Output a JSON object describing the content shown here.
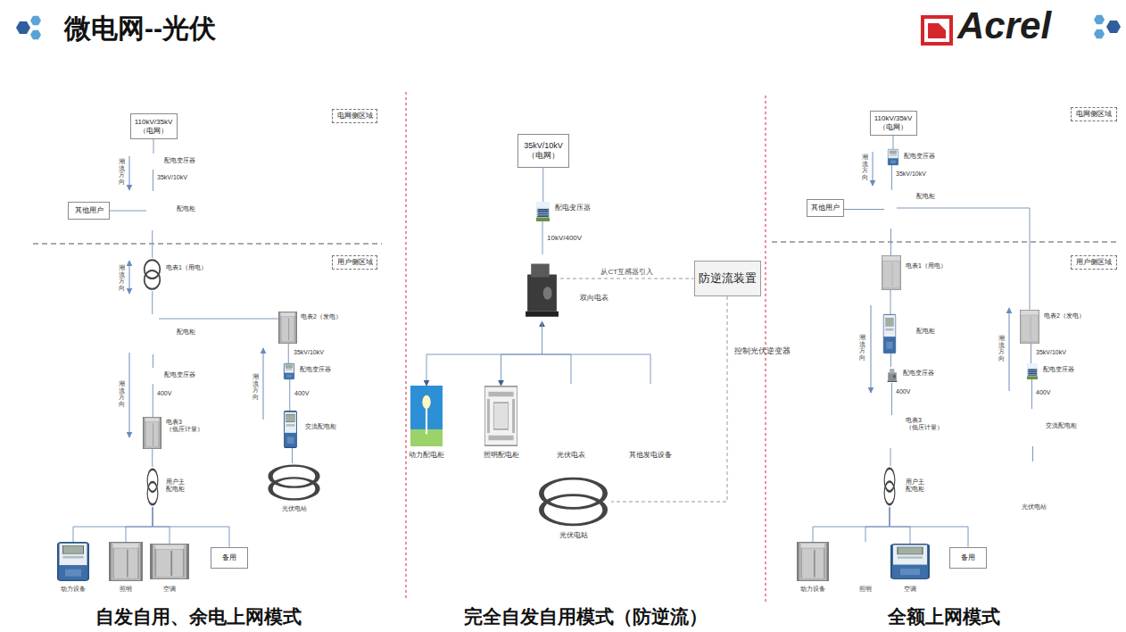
{
  "diagram": {
    "title": "微电网--光伏",
    "nodes": [
      {
        "text": [
          "110kV/35kV （电网）"
        ]
      },
      {
        "text": [
          "电网侧区域"
        ]
      },
      {
        "text": [
          "配电变压器"
        ]
      },
      {
        "text": [
          "其他用户"
        ]
      },
      {
        "text": [
          "配电柜"
        ]
      },
      {
        "text": [
          "用户侧区域"
        ]
      },
      {
        "text": [
          "电表1（用电）"
        ]
      },
      {
        "text": [
          "配电柜"
        ]
      },
      {
        "text": [
          "电表2（发电）"
        ]
      },
      {
        "text": [
          "配电变压器"
        ]
      },
      {
        "text": [
          "配电变压器"
        ]
      },
      {
        "text": [
          "电表3 （低压计量）"
        ]
      },
      {
        "text": [
          "交流配电柜"
        ]
      },
      {
        "text": [
          "用户主 配电柜"
        ]
      },
      {
        "text": [
          "光伏电站"
        ]
      },
      {
        "text": [
          "动力设备"
        ]
      },
      {
        "text": [
          "照明"
        ]
      },
      {
        "text": [
          "空调"
        ]
      },
      {
        "text": [
          "备用"
        ]
      },
      {
        "text": [
          "35kV/10kV （电网）"
        ]
      },
      {
        "text": [
          "配电变压器"
        ]
      },
      {
        "text": [
          "双向电表"
        ]
      },
      {
        "text": [
          "防逆流装置"
        ]
      },
      {
        "text": [
          "动力配电柜"
        ]
      },
      {
        "text": [
          "照明配电柜"
        ]
      },
      {
        "text": [
          "光伏电表"
        ]
      },
      {
        "text": [
          "其他发电设备"
        ]
      },
      {
        "text": [
          "光伏电站"
        ]
      },
      {
        "text": [
          "110kV/35kV （电网）"
        ]
      },
      {
        "text": [
          "电网侧区域"
        ]
      },
      {
        "text": [
          "配电变压器"
        ]
      },
      {
        "text": [
          "其他用户"
        ]
      },
      {
        "text": [
          "配电柜"
        ]
      },
      {
        "text": [
          "用户侧区域"
        ]
      },
      {
        "text": [
          "电表1（用电）"
        ]
      },
      {
        "text": [
          "电表2（发电）"
        ]
      },
      {
        "text": [
          "配电柜"
        ]
      },
      {
        "text": [
          "配电变压器"
        ]
      },
      {
        "text": [
          "配电变压器"
        ]
      },
      {
        "text": [
          "电表3 （低压计量）"
        ]
      },
      {
        "text": [
          "交流配电柜"
        ]
      },
      {
        "text": [
          "用户主 配电柜"
        ]
      },
      {
        "text": [
          "光伏电站"
        ]
      },
      {
        "text": [
          "动力设备"
        ]
      },
      {
        "text": [
          "照明"
        ]
      },
      {
        "text": [
          "空调"
        ]
      },
      {
        "text": [
          "备用"
        ]
      }
    ],
    "edges": [
      {
        "from": 0,
        "to": 2,
        "arrow": "none"
      },
      {
        "from": 2,
        "to": 4,
        "arrow": "none"
      },
      {
        "from": 4,
        "to": 3,
        "arrow": "none"
      },
      {
        "from": 4,
        "to": 6,
        "arrow": "none"
      },
      {
        "from": 6,
        "to": 7,
        "arrow": "none"
      },
      {
        "from": 7,
        "to": 8,
        "arrow": "none"
      },
      {
        "from": 7,
        "to": 9,
        "arrow": "none"
      },
      {
        "from": 9,
        "to": 11,
        "arrow": "none"
      },
      {
        "from": 11,
        "to": 13,
        "arrow": "none"
      },
      {
        "from": 13,
        "to": 15,
        "arrow": "none"
      },
      {
        "from": 13,
        "to": 16,
        "arrow": "none"
      },
      {
        "from": 13,
        "to": 17,
        "arrow": "none"
      },
      {
        "from": 13,
        "to": 18,
        "arrow": "none"
      },
      {
        "from": 8,
        "to": 10,
        "arrow": "none"
      },
      {
        "from": 10,
        "to": 12,
        "arrow": "none"
      },
      {
        "from": 12,
        "to": 14,
        "arrow": "none"
      },
      {
        "from": 19,
        "to": 20,
        "arrow": "none"
      },
      {
        "from": 20,
        "to": 21,
        "arrow": "none"
      },
      {
        "from": 21,
        "to": 22,
        "label": "从CT互感器引入",
        "arrow": "none"
      },
      {
        "from": 21,
        "to": 23,
        "arrow": "to"
      },
      {
        "from": 21,
        "to": 24,
        "arrow": "to"
      },
      {
        "from": 25,
        "to": 21,
        "arrow": "to"
      },
      {
        "from": 21,
        "to": 26,
        "arrow": "none"
      },
      {
        "from": 22,
        "to": 27,
        "label": "控制光伏逆变器",
        "arrow": "none"
      },
      {
        "from": 28,
        "to": 30,
        "arrow": "none"
      },
      {
        "from": 30,
        "to": 32,
        "arrow": "none"
      },
      {
        "from": 32,
        "to": 31,
        "arrow": "none"
      },
      {
        "from": 32,
        "to": 34,
        "arrow": "none"
      },
      {
        "from": 32,
        "to": 35,
        "arrow": "none"
      },
      {
        "from": 34,
        "to": 36,
        "arrow": "none"
      },
      {
        "from": 36,
        "to": 37,
        "arrow": "none"
      },
      {
        "from": 37,
        "to": 39,
        "arrow": "none"
      },
      {
        "from": 39,
        "to": 41,
        "arrow": "none"
      },
      {
        "from": 41,
        "to": 43,
        "arrow": "none"
      },
      {
        "from": 41,
        "to": 44,
        "arrow": "none"
      },
      {
        "from": 41,
        "to": 45,
        "arrow": "none"
      },
      {
        "from": 41,
        "to": 46,
        "arrow": "none"
      },
      {
        "from": 35,
        "to": 38,
        "arrow": "none"
      },
      {
        "from": 38,
        "to": 40,
        "arrow": "none"
      },
      {
        "from": 40,
        "to": 42,
        "arrow": "none"
      }
    ],
    "labels": [
      "Acrel",
      "35kV/10kV",
      "潮流方向",
      "潮流方向",
      "35kV/10kV",
      "400V",
      "潮流方向",
      "潮流方向",
      "400V",
      "自发自用、余电上网模式",
      "10kV/400V",
      "完全自发自用模式（防逆流）",
      "35kV/10kV",
      "潮流方向",
      "潮流方向",
      "35kV/10kV",
      "400V",
      "潮流方向",
      "400V",
      "全额上网模式"
    ]
  }
}
